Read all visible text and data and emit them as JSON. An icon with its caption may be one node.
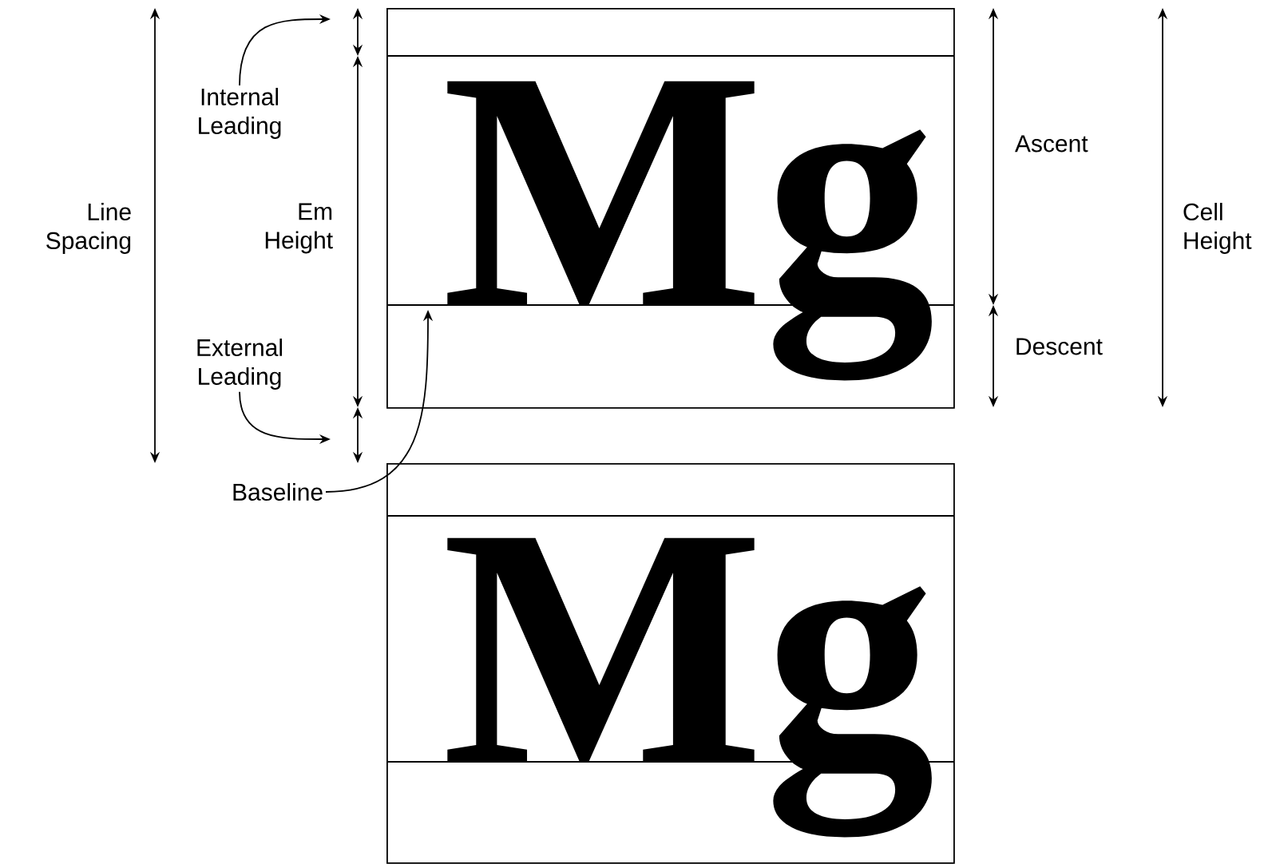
{
  "diagram": {
    "nodes": [
      {
        "text": [
          "Mg"
        ]
      },
      {
        "text": [
          "Mg"
        ]
      },
      {
        "text": [
          "Internal Leading"
        ]
      },
      {
        "text": [
          "External Leading"
        ]
      },
      {
        "text": [
          "Baseline"
        ]
      }
    ],
    "edges": [
      {
        "from": 2,
        "to": null,
        "arrow": "to"
      },
      {
        "from": 3,
        "to": null,
        "arrow": "to"
      },
      {
        "from": 4,
        "to": 0,
        "arrow": "to"
      }
    ],
    "labels": [
      "Line Spacing",
      "Em Height",
      "Ascent",
      "Descent",
      "Cell Height"
    ]
  }
}
